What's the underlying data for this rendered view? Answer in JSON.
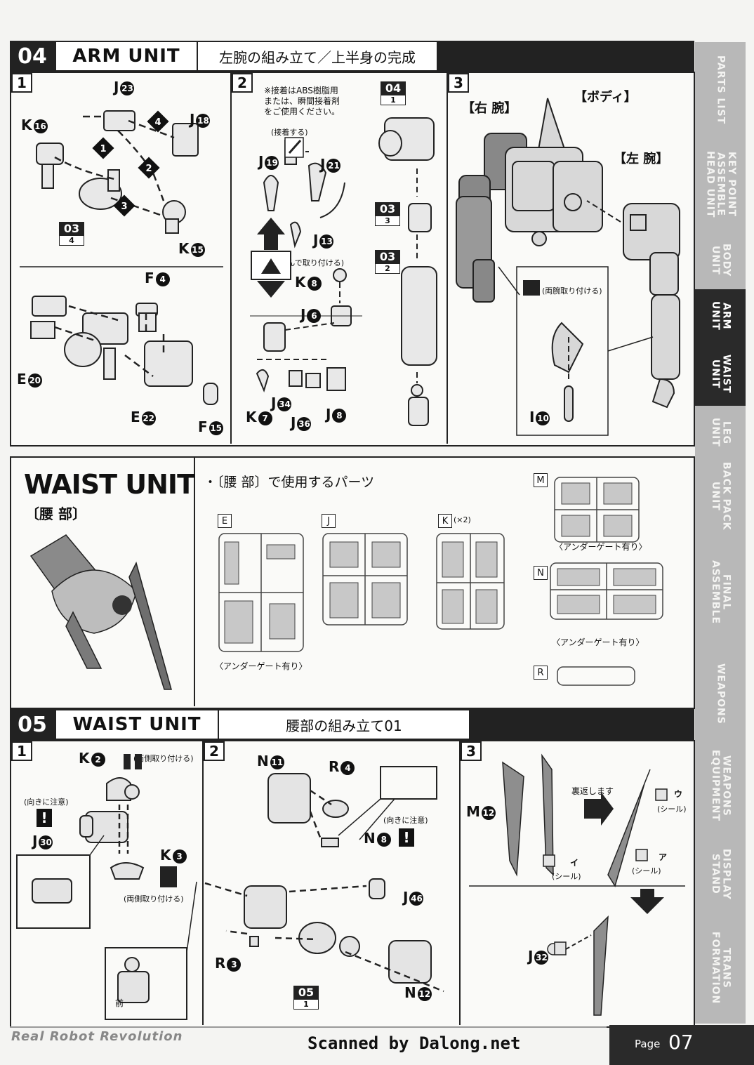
{
  "section04": {
    "num": "04",
    "title": "ARM UNIT",
    "subtitle": "左腕の組み立て／上半身の完成"
  },
  "section05": {
    "num": "05",
    "title": "WAIST UNIT",
    "subtitle": "腰部の組み立て01"
  },
  "waist_panel": {
    "title": "WAIST UNIT",
    "title_jp": "〔腰 部〕",
    "parts_heading": "・〔腰 部〕で使用するパーツ",
    "sprues": [
      {
        "id": "E"
      },
      {
        "id": "J"
      },
      {
        "id": "K",
        "note": "(×2)"
      },
      {
        "id": "M",
        "caption": "〈アンダーゲート有り〉"
      },
      {
        "id": "N",
        "caption": "〈アンダーゲート有り〉"
      },
      {
        "id": "R"
      }
    ],
    "e_caption": "〈アンダーゲート有り〉"
  },
  "s04_step1": {
    "num": "1",
    "labels": [
      "J",
      "K",
      "J",
      "K",
      "F",
      "E",
      "E",
      "F"
    ],
    "circ": [
      "23",
      "16",
      "18",
      "15",
      "4",
      "20",
      "22",
      "15"
    ],
    "ref": {
      "top": "03",
      "bot": "4"
    },
    "arrows": [
      "1",
      "2",
      "3",
      "4"
    ]
  },
  "s04_step2": {
    "num": "2",
    "note1": "※接着はABS樹脂用\nまたは、瞬間接着剤\nをご使用ください。",
    "note_glue": "(接着する)",
    "note_choose": "(選んで取り付ける)",
    "labels": [
      "J",
      "J",
      "J",
      "K",
      "J",
      "J",
      "K",
      "J",
      "J"
    ],
    "circ": [
      "19",
      "21",
      "13",
      "8",
      "6",
      "8",
      "7",
      "34",
      "36"
    ],
    "refs": [
      {
        "top": "04",
        "bot": "1"
      },
      {
        "top": "03",
        "bot": "3"
      },
      {
        "top": "03",
        "bot": "2"
      }
    ]
  },
  "s04_step3": {
    "num": "3",
    "right_arm": "【右 腕】",
    "body": "【ボディ】",
    "left_arm": "【左 腕】",
    "attach_both": "(両腕取り付ける)",
    "label": "I",
    "circ": "10"
  },
  "s05_step1": {
    "num": "1",
    "k2": "K",
    "k2c": "2",
    "both1": "(両側取り付ける)",
    "caution": "(向きに注意)",
    "j30": "J",
    "j30c": "30",
    "k3": "K",
    "k3c": "3",
    "both2": "(両側取り付ける)",
    "front": "前",
    "excl": "!"
  },
  "s05_step2": {
    "num": "2",
    "labels": [
      "N",
      "R",
      "N",
      "J",
      "R",
      "N"
    ],
    "circ": [
      "11",
      "4",
      "8",
      "46",
      "3",
      "12"
    ],
    "caution": "(向きに注意)",
    "ref": {
      "top": "05",
      "bot": "1"
    },
    "excl": "!"
  },
  "s05_step3": {
    "num": "3",
    "m12": "M",
    "m12c": "12",
    "flip": "裏返します",
    "seal": "(シール)",
    "u": "ウ",
    "i": "イ",
    "a": "ア",
    "j32": "J",
    "j32c": "32"
  },
  "tabs": [
    {
      "label": "PARTS LIST",
      "active": false
    },
    {
      "label": "KEY POINT\nASSEMBLE\nHEAD UNIT",
      "active": false
    },
    {
      "label": "BODY\nUNIT",
      "active": false
    },
    {
      "label": "ARM\nUNIT",
      "active": true
    },
    {
      "label": "WAIST\nUNIT",
      "active": true
    },
    {
      "label": "LEG\nUNIT",
      "active": false
    },
    {
      "label": "BACK PACK\nUNIT",
      "active": false
    },
    {
      "label": "FINAL\nASSEMBLE",
      "active": false
    },
    {
      "label": "WEAPONS",
      "active": false
    },
    {
      "label": "WEAPONS\nEQUIPMENT",
      "active": false
    },
    {
      "label": "DISPLAY\nSTAND",
      "active": false
    },
    {
      "label": "TRANS\nFORMATION",
      "active": false
    }
  ],
  "footer": {
    "brand": "Real Robot Revolution",
    "scanned": "Scanned by Dalong.net",
    "page_label": "Page",
    "page_num": "07"
  },
  "colors": {
    "ink": "#111111",
    "tab": "#b8b8b8",
    "tab_active": "#2a2a2a",
    "paper": "#f4f4f2"
  }
}
